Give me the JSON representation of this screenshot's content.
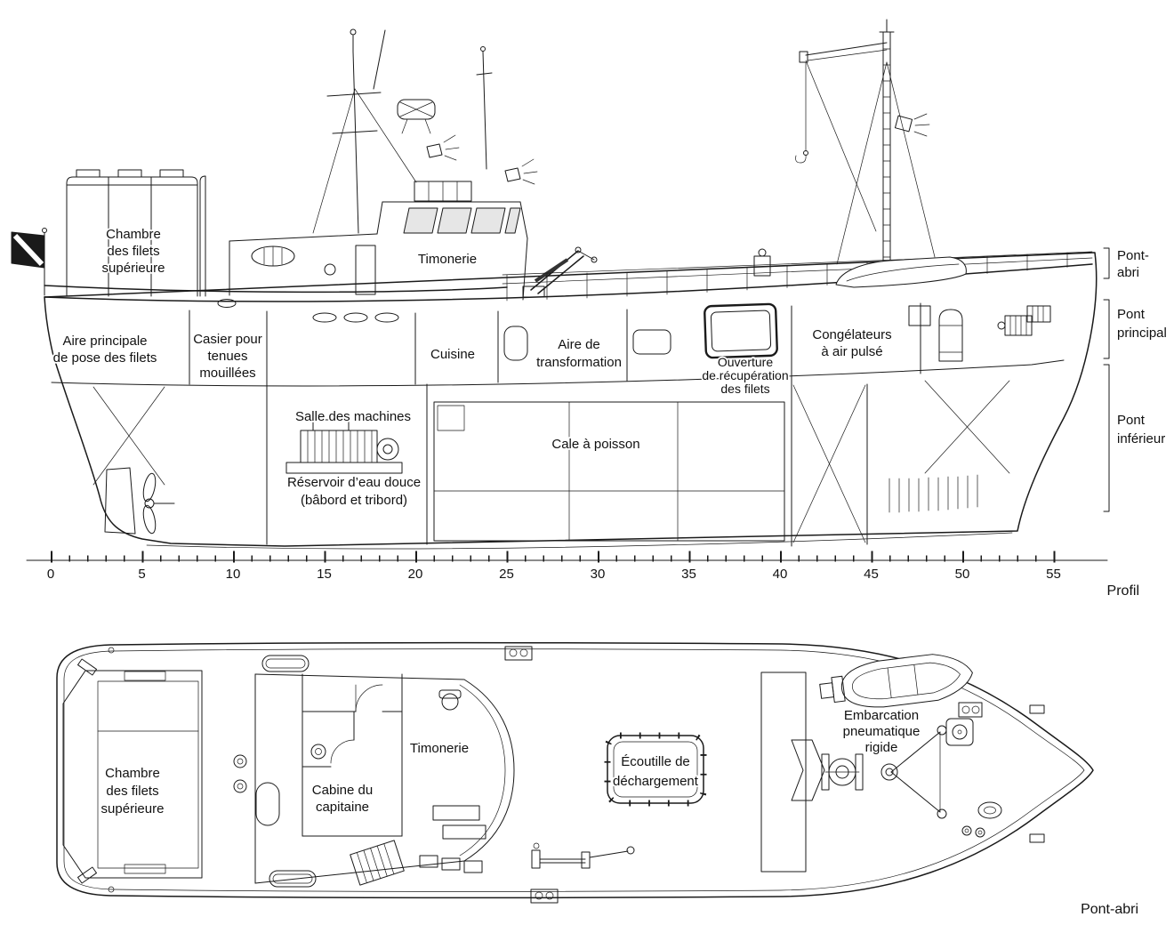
{
  "figure": {
    "background": "#ffffff",
    "ink": "#1a1a1a"
  },
  "profile": {
    "caption": "Profil",
    "room_labels": {
      "upper_net_room": [
        "Chambre",
        "des filets",
        "supérieure"
      ],
      "wheelhouse": "Timonerie",
      "main_net_area": [
        "Aire principale",
        "de pose des filets"
      ],
      "wet_gear_locker": [
        "Casier pour",
        "tenues",
        "mouillées"
      ],
      "galley": "Cuisine",
      "processing_area": [
        "Aire de",
        "transformation"
      ],
      "net_recovery_opening": [
        "Ouverture",
        "de récupération",
        "des filets"
      ],
      "air_blast_freezers": [
        "Congélateurs",
        "à air pulsé"
      ],
      "engine_room": "Salle des machines",
      "fish_hold": "Cale à poisson",
      "fresh_water_tank": [
        "Réservoir d’eau douce",
        "(bâbord et tribord)"
      ]
    },
    "deck_labels": {
      "shelter_deck": [
        "Pont-",
        "abri"
      ],
      "main_deck": [
        "Pont",
        "principal"
      ],
      "lower_deck": [
        "Pont",
        "inférieur"
      ]
    },
    "scale": {
      "ticks": [
        "0",
        "5",
        "10",
        "15",
        "20",
        "25",
        "30",
        "35",
        "40",
        "45",
        "50",
        "55"
      ]
    }
  },
  "plan": {
    "caption": "Pont-abri",
    "room_labels": {
      "upper_net_room": [
        "Chambre",
        "des filets",
        "supérieure"
      ],
      "wheelhouse": "Timonerie",
      "captain_cabin": [
        "Cabine du",
        "capitaine"
      ],
      "unloading_hatch": [
        "Écoutille de",
        "déchargement"
      ],
      "rigid_inflatable": [
        "Embarcation",
        "pneumatique",
        "rigide"
      ]
    }
  }
}
